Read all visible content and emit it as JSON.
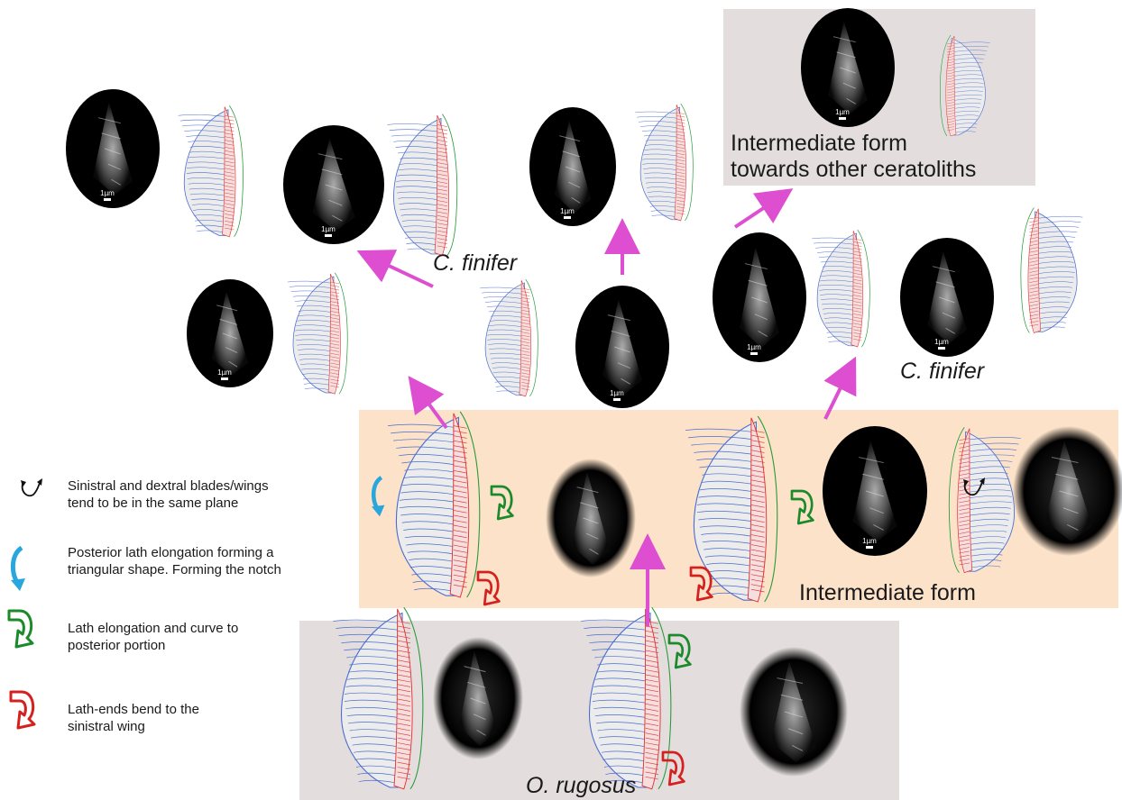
{
  "labels": {
    "intermediate_top": "Intermediate form\ntowards other ceratoliths",
    "c_finifer_left": "C. finifer",
    "c_finifer_right": "C. finifer",
    "intermediate_mid": "Intermediate form",
    "o_rugosus": "O. rugosus"
  },
  "scale_bar": "1µm",
  "legend": [
    {
      "icon": "curved-double-arrow-icon",
      "color": "#111111",
      "text": "Sinistral and dextral blades/wings\ntend to be in the same plane"
    },
    {
      "icon": "blue-curved-arrow-icon",
      "color": "#29a6dc",
      "text": "Posterior lath elongation forming a\ntriangular shape. Forming the notch"
    },
    {
      "icon": "green-hook-arrow-icon",
      "color": "#1a8a2a",
      "text": "Lath elongation and curve to\nposterior portion"
    },
    {
      "icon": "red-hook-arrow-icon",
      "color": "#d4201e",
      "text": "Lath-ends bend to the\nsinistral wing"
    }
  ],
  "colors": {
    "arrow": "#dd4fd0",
    "sinistral_wing": "#4a6ccf",
    "dextral_wing": "#e03030",
    "dextral_outline": "#2a9a3a",
    "panel_gray": "#e3dedd",
    "panel_peach": "#fbe2c9"
  }
}
